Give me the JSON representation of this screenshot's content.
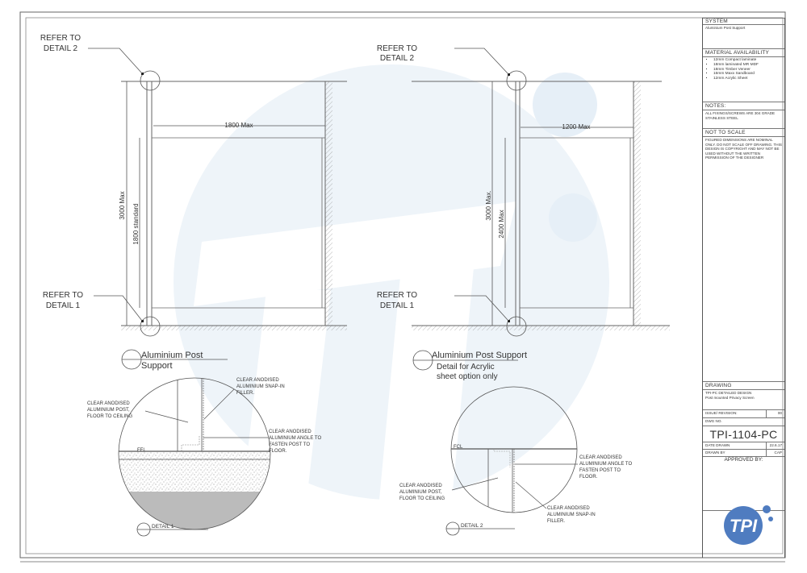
{
  "sheet": {
    "watermark_color": "#eef4f9",
    "brand_color": "#4f7cc0",
    "line_color": "#555555"
  },
  "elevation_left": {
    "callout_top": "REFER TO\nDETAIL 2",
    "callout_top_line1": "REFER TO",
    "callout_top_line2": "DETAIL 2",
    "callout_bottom_line1": "REFER TO",
    "callout_bottom_line2": "DETAIL 1",
    "dim_width": "1800 Max",
    "dim_height_overall": "3000 Max",
    "dim_height_panel": "1800 standard",
    "title_line1": "Aluminium Post",
    "title_line2": "Support"
  },
  "elevation_right": {
    "callout_top_line1": "REFER TO",
    "callout_top_line2": "DETAIL 2",
    "callout_bottom_line1": "REFER TO",
    "callout_bottom_line2": "DETAIL 1",
    "dim_width": "1200 Max",
    "dim_height_overall": "3000 Max.",
    "dim_height_panel": "2400 Max",
    "title_line1": "Aluminium Post Support",
    "subtitle_line1": "Detail for Acrylic",
    "subtitle_line2": "sheet option only"
  },
  "detail1": {
    "label": "DETAIL 1",
    "level": "FFL",
    "note_post": [
      "CLEAR ANODISED",
      "ALUMINIUM POST,",
      "FLOOR TO CEILING"
    ],
    "note_filler": [
      "CLEAR ANODISED",
      "ALUMINIUM SNAP-IN",
      "FILLER."
    ],
    "note_angle": [
      "CLEAR ANODISED",
      "ALUMINIUM ANGLE TO",
      "FASTEN POST TO",
      "FLOOR."
    ]
  },
  "detail2": {
    "label": "DETAIL 2",
    "level": "FCL",
    "note_post": [
      "CLEAR ANODISED",
      "ALUMINIUM POST,",
      "FLOOR TO CEILING"
    ],
    "note_filler": [
      "CLEAR ANODISED",
      "ALUMINIUM SNAP-IN",
      "FILLER."
    ],
    "note_angle": [
      "CLEAR ANODISED",
      "ALUMINIUM ANGLE TO",
      "FASTEN POST TO",
      "FLOOR."
    ]
  },
  "title_block": {
    "system_header": "SYSTEM",
    "system_value": "Aluminium Post Support",
    "material_header": "MATERIAL AVAILABILITY",
    "materials": [
      "12mm Compact laminate",
      "18mm laminated MR MDF",
      "18mm Timber Veneer",
      "16mm Maxx Sandboard",
      "12mm Acrylic Sheet"
    ],
    "notes_header": "NOTES:",
    "notes_text": "ALL FIXINGS/SCREWS ARE 304 GRADE STAINLESS STEEL",
    "scale_header": "NOT TO SCALE",
    "scale_text": "FIGURED DIMENSIONS ARE NOMINAL ONLY. DO NOT SCALE OFF DRAWING. THIS DESIGN IS COPYRIGHT AND MAY NOT BE USED WITHOUT THE WRITTEN PERMISSION OF THE DESIGNER",
    "drawing_header": "DRAWING",
    "drawing_text_line1": "TPI-PC DETAILED DESIGN",
    "drawing_text_line2": "Post mounted Privacy Screen",
    "issue_label": "ISSUE/ REVISION:",
    "issue_value": "00",
    "dwg_no_label": "DWG NO.",
    "dwg_no": "TPI-1104-PC",
    "date_label": "DATE DRAWN",
    "date_value": "22.6.17",
    "drawn_by_label": "DRAWN BY",
    "drawn_by_value": "CAP",
    "approved_label": "APPROVED BY:",
    "logo_text": "TPI"
  }
}
